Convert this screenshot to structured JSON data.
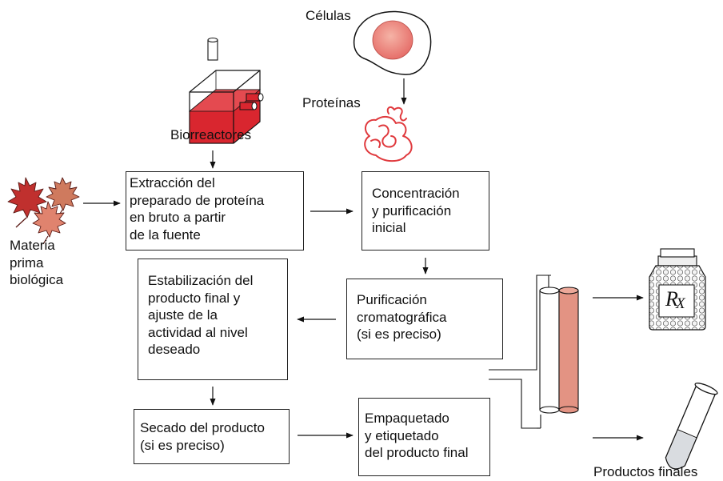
{
  "labels": {
    "cells": "Células",
    "proteins": "Proteínas",
    "bioreactors": "Biorreactores",
    "raw_material": "Materia\nprima\nbiológica",
    "final_products": "Productos finales"
  },
  "steps": {
    "extraction": "Extracción del\npreparado de proteína\nen bruto a partir\nde la fuente",
    "concentration": "Concentración\ny purificación\ninicial",
    "chromatography": "Purificación\ncromatográfica\n(si es preciso)",
    "stabilization": "Estabilización del\nproducto final y\najuste de la\nactividad al nivel\ndeseado",
    "drying": "Secado del producto\n(si es preciso)",
    "packaging": "Empaquetado\ny etiquetado\ndel producto final"
  },
  "rx_symbol": "R",
  "rx_sub": "X",
  "colors": {
    "liquid_red": "#d9262f",
    "leaf_red": "#c0302e",
    "leaf_salmon": "#e0836e",
    "column_salmon": "#e39383",
    "cell_pink": "#e66f6a",
    "protein_red": "#e03a3e"
  }
}
